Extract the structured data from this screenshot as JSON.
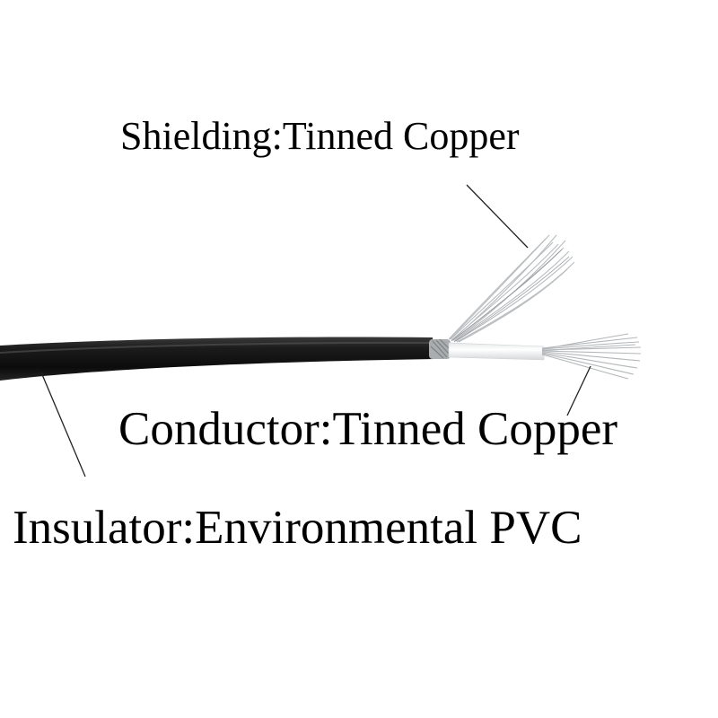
{
  "labels": {
    "shielding": "Shielding:Tinned Copper",
    "conductor": "Conductor:Tinned Copper",
    "insulator": "Insulator:Environmental PVC"
  },
  "colors": {
    "jacket": "#151515",
    "inner_insulation": "#f2f4f5",
    "tinned_copper": "#b7bbbd",
    "leader_line": "#222222"
  }
}
